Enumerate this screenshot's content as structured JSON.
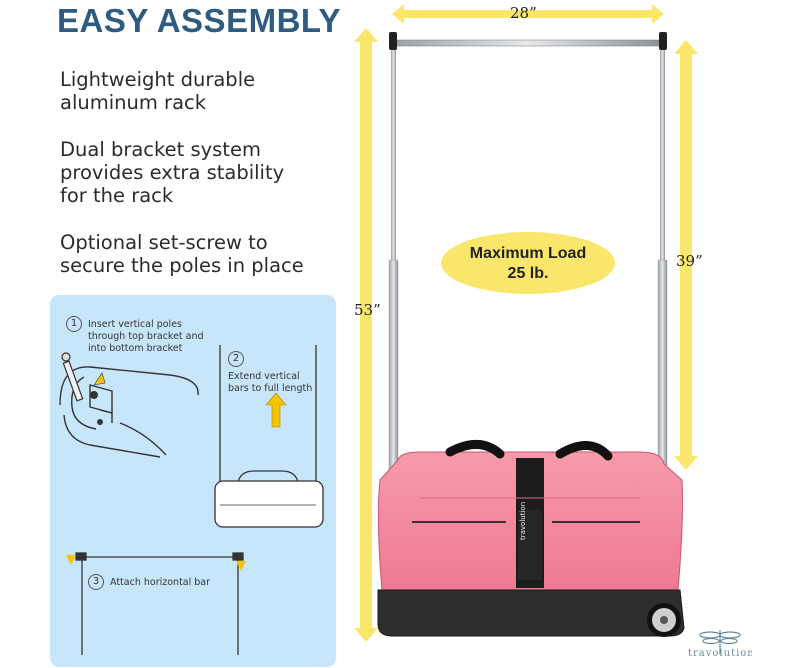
{
  "title": "EASY ASSEMBLY",
  "features": [
    "Lightweight durable\naluminum rack",
    "Dual bracket system\nprovides extra stability\nfor the rack",
    "Optional set-screw to\nsecure the poles in place"
  ],
  "steps": [
    {
      "num": "1",
      "text": "Insert vertical poles\nthrough top bracket and\ninto bottom bracket"
    },
    {
      "num": "2",
      "text": "Extend vertical\nbars to full length"
    },
    {
      "num": "3",
      "text": "Attach horizontal bar"
    }
  ],
  "dimensions": {
    "width": "28”",
    "height": "53”",
    "pole": "39”"
  },
  "load": {
    "line1": "Maximum Load",
    "line2": "25 lb."
  },
  "bag_label": "travolution",
  "brand": "travolution",
  "colors": {
    "title": "#2f5b80",
    "panel": "#c8e6fa",
    "yellow": "#fae66a",
    "bag_pink": "#f4869c",
    "bag_base": "#3a3a3a"
  },
  "icons": [
    "dragonfly-icon",
    "up-arrow-icon",
    "down-arrow-icon"
  ]
}
